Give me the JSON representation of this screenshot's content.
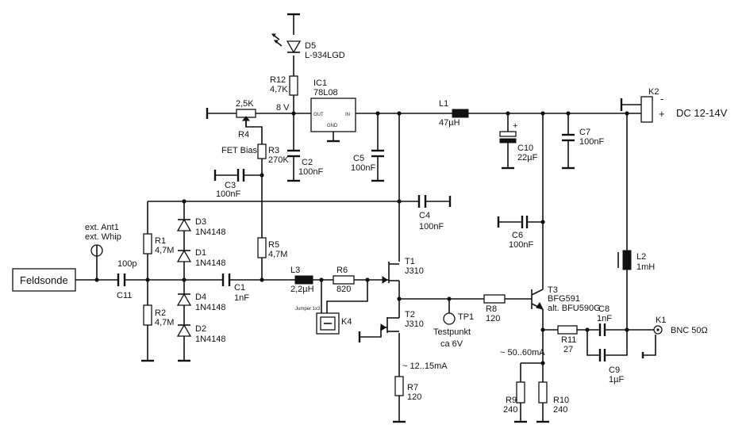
{
  "labels": {
    "d5_ref": "D5",
    "d5_val": "L-934LGD",
    "r12_ref": "R12",
    "r12_val": "4,7K",
    "ic1_ref": "IC1",
    "ic1_val": "78L08",
    "ic1_out": "OUT",
    "ic1_in": "IN",
    "ic1_gnd": "GND",
    "v8": "8 V",
    "r4_val": "2,5K",
    "r4_ref": "R4",
    "fet_bias": "FET Bias",
    "r3_ref": "R3",
    "r3_val": "270K",
    "c2_ref": "C2",
    "c2_val": "100nF",
    "c5_ref": "C5",
    "c5_val": "100nF",
    "l1_ref": "L1",
    "l1_val": "47µH",
    "c10_ref": "C10",
    "c10_val": "22µF",
    "c7_ref": "C7",
    "c7_val": "100nF",
    "k2_ref": "K2",
    "dc": "DC 12-14V",
    "minus": "-",
    "plus": "+",
    "c3_ref": "C3",
    "c3_val": "100nF",
    "c4_ref": "C4",
    "c4_val": "100nF",
    "c6_ref": "C6",
    "c6_val": "100nF",
    "ant1": "ext. Ant1",
    "whip": "ext. Whip",
    "d3_ref": "D3",
    "d3_val": "1N4148",
    "d1_ref": "D1",
    "d1_val": "1N4148",
    "d4_ref": "D4",
    "d4_val": "1N4148",
    "d2_ref": "D2",
    "d2_val": "1N4148",
    "r1_ref": "R1",
    "r1_val": "4,7M",
    "r2_ref": "R2",
    "r2_val": "4,7M",
    "r5_ref": "R5",
    "r5_val": "4,7M",
    "c11_val": "100p",
    "c11_ref": "C11",
    "feldsonde": "Feldsonde",
    "c1_ref": "C1",
    "c1_val": "1nF",
    "l3_ref": "L3",
    "l3_val": "2,2µH",
    "r6_ref": "R6",
    "r6_val": "820",
    "t1_ref": "T1",
    "t1_val": "J310",
    "t2_ref": "T2",
    "t2_val": "J310",
    "jumper": "Jumper 1x3",
    "k4_ref": "K4",
    "l2_ref": "L2",
    "l2_val": "1mH",
    "t3_ref": "T3",
    "t3_val": "BFG591",
    "t3_alt": "alt. BFU590G",
    "r8_ref": "R8",
    "r8_val": "120",
    "tp1_ref": "TP1",
    "tp_name": "Testpunkt",
    "tp_volt": "ca 6V",
    "c8_ref": "C8",
    "c8_val": "1nF",
    "k1_ref": "K1",
    "bnc": "BNC 50Ω",
    "r11_ref": "R11",
    "r11_val": "27",
    "c9_ref": "C9",
    "c9_val": "1µF",
    "i_t3": "~ 50..60mA",
    "i_t2": "~ 12..15mA",
    "r7_ref": "R7",
    "r7_val": "120",
    "r9_ref": "R9",
    "r9_val": "240",
    "r10_ref": "R10",
    "r10_val": "240"
  }
}
